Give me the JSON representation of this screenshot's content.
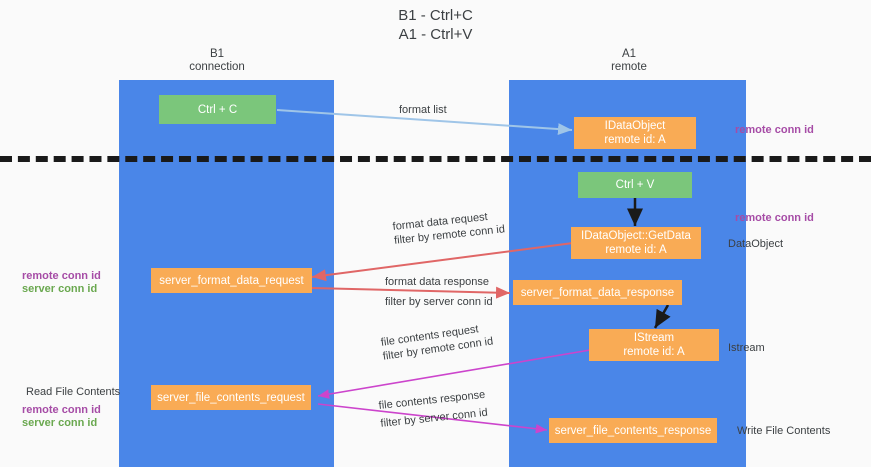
{
  "title": {
    "line1": "B1 - Ctrl+C",
    "line2": "A1 - Ctrl+V"
  },
  "columns": [
    {
      "name": "B1",
      "role": "connection"
    },
    {
      "name": "A1",
      "role": "remote"
    }
  ],
  "nodes": {
    "ctrl_c": {
      "label": "Ctrl + C"
    },
    "idataobject": {
      "line1": "IDataObject",
      "line2": "remote id: A"
    },
    "ctrl_v": {
      "label": "Ctrl + V"
    },
    "getdata": {
      "line1": "IDataObject::GetData",
      "line2": "remote id: A"
    },
    "server_format_data_request": {
      "label": "server_format_data_request"
    },
    "server_format_data_response": {
      "label": "server_format_data_response"
    },
    "istream": {
      "line1": "IStream",
      "line2": "remote id: A"
    },
    "server_file_contents_request": {
      "label": "server_file_contents_request"
    },
    "server_file_contents_response": {
      "label": "server_file_contents_response"
    }
  },
  "edges": {
    "format_list": {
      "label": "format list"
    },
    "format_data_request": {
      "line1": "format data request",
      "filter_prefix": "filter by ",
      "filter_key": "remote conn id"
    },
    "format_data_response": {
      "line1": "format data response",
      "filter_prefix": "filter by ",
      "filter_key": "server conn id"
    },
    "file_contents_request": {
      "line1": "file contents request",
      "filter_prefix": "filter by ",
      "filter_key": "remote conn id"
    },
    "file_contents_response": {
      "line1": "file contents response",
      "filter_prefix": "filter by ",
      "filter_key": "server conn id"
    }
  },
  "annotations": {
    "right_top_conn": "remote conn id",
    "right_mid_conn": "remote conn id",
    "dataobject": "DataObject",
    "istream": "Istream",
    "write_file_contents": "Write File Contents",
    "read_file_contents": "Read File Contents",
    "left_mid_remote": "remote conn id",
    "left_mid_server": "server conn id",
    "left_bottom_remote": "remote conn id",
    "left_bottom_server": "server conn id"
  },
  "colors": {
    "lane": "#4a86e8",
    "node_green": "#7bc67b",
    "node_orange": "#f9ab55",
    "accent_purple": "#a64ca6",
    "accent_green": "#6aa84f",
    "arrow_blue": "#9fc5e8",
    "arrow_red": "#e06666",
    "arrow_magenta": "#cc44cc",
    "arrow_black": "#1a1a1a",
    "background": "#fafafa"
  }
}
